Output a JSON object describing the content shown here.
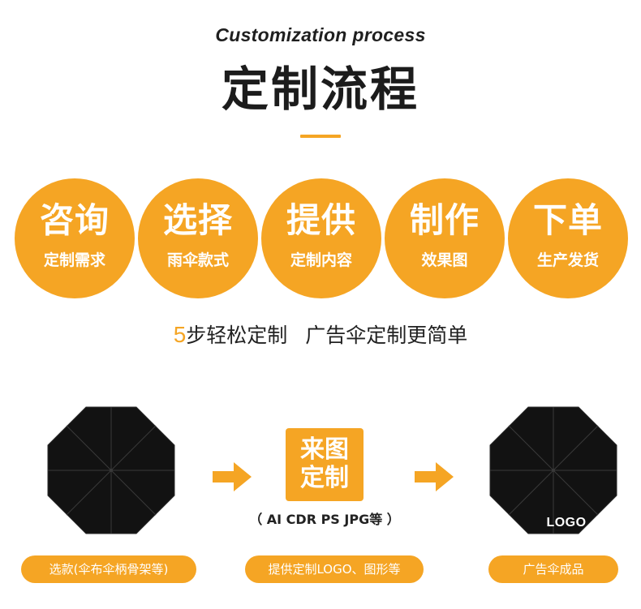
{
  "header": {
    "subtitle_en": "Customization process",
    "title_cn": "定制流程"
  },
  "steps": [
    {
      "main": "咨询",
      "sub": "定制需求"
    },
    {
      "main": "选择",
      "sub": "雨伞款式"
    },
    {
      "main": "提供",
      "sub": "定制内容"
    },
    {
      "main": "制作",
      "sub": "效果图"
    },
    {
      "main": "下单",
      "sub": "生产发货"
    }
  ],
  "slogan": {
    "number": "5",
    "part1": "步轻松定制",
    "part2": "广告伞定制更简单"
  },
  "process": {
    "custom_box_line1": "来图",
    "custom_box_line2": "定制",
    "formats": "（ AI CDR PS JPG等 ）",
    "logo_text": "LOGO",
    "labels": [
      "选款(伞布伞柄骨架等)",
      "提供定制LOGO、图形等",
      "广告伞成品"
    ]
  },
  "colors": {
    "accent": "#f5a524",
    "umbrella": "#111111",
    "text": "#222222"
  },
  "icons": [
    "arrow-right-icon",
    "umbrella-image"
  ]
}
